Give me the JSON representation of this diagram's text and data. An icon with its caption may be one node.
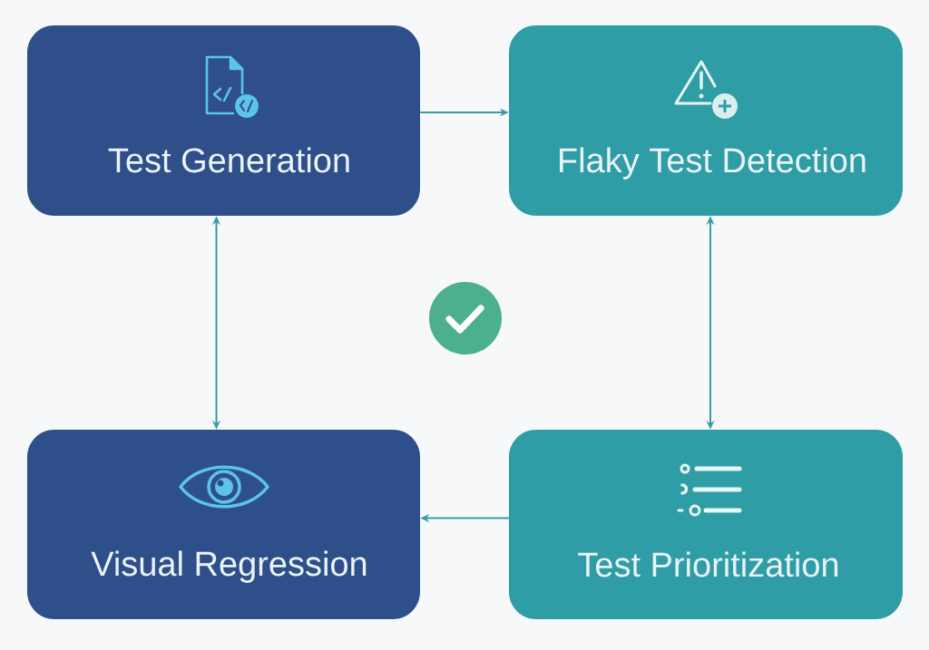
{
  "diagram": {
    "nodes": [
      {
        "text": [
          "Test Generation"
        ]
      },
      {
        "text": [
          "Flaky Test Detection"
        ]
      },
      {
        "text": [
          "Visual Regression"
        ]
      },
      {
        "text": [
          "Test Prioritization"
        ]
      }
    ],
    "edges": [
      {
        "from": 0,
        "to": 1,
        "arrow": "to"
      },
      {
        "from": 0,
        "to": 2,
        "arrow": "both"
      },
      {
        "from": 1,
        "to": 3,
        "arrow": "both"
      },
      {
        "from": 3,
        "to": 2,
        "arrow": "to"
      }
    ]
  }
}
